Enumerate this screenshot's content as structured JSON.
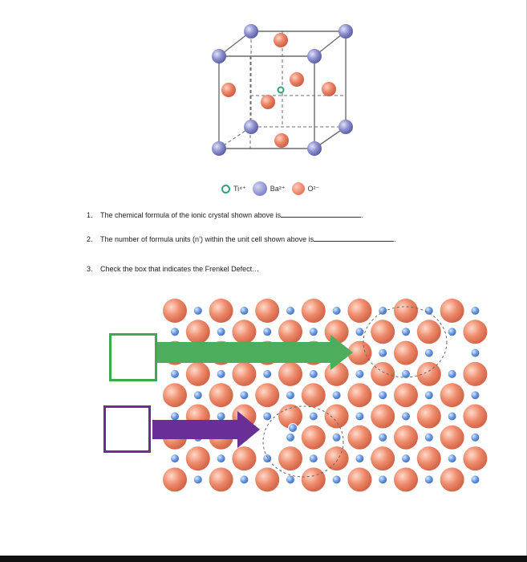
{
  "legend": {
    "ti": {
      "label": "Ti⁴⁺",
      "color": "#2aa57a"
    },
    "ba": {
      "label": "Ba²⁺",
      "color": "#8d90cf"
    },
    "o": {
      "label": "O²⁻",
      "color": "#ec8367"
    }
  },
  "questions": [
    {
      "number": "1.",
      "text": "The chemical formula of the ionic crystal shown above is",
      "end": "."
    },
    {
      "number": "2.",
      "text": "The number of formula units (n’) within the unit cell shown above is",
      "end": "."
    },
    {
      "number": "3.",
      "text": "Check the box that indicates the Frenkel Defect…",
      "end": ""
    }
  ],
  "checkboxes": [
    {
      "color": "#3fa94f",
      "arrow_color": "#4cae5c"
    },
    {
      "color": "#6a2f97",
      "arrow_color": "#6a2f97"
    }
  ],
  "colors": {
    "anion": "#ee8b6c",
    "cation": "#6d9be0",
    "cube_edge": "#6c6c6c"
  }
}
